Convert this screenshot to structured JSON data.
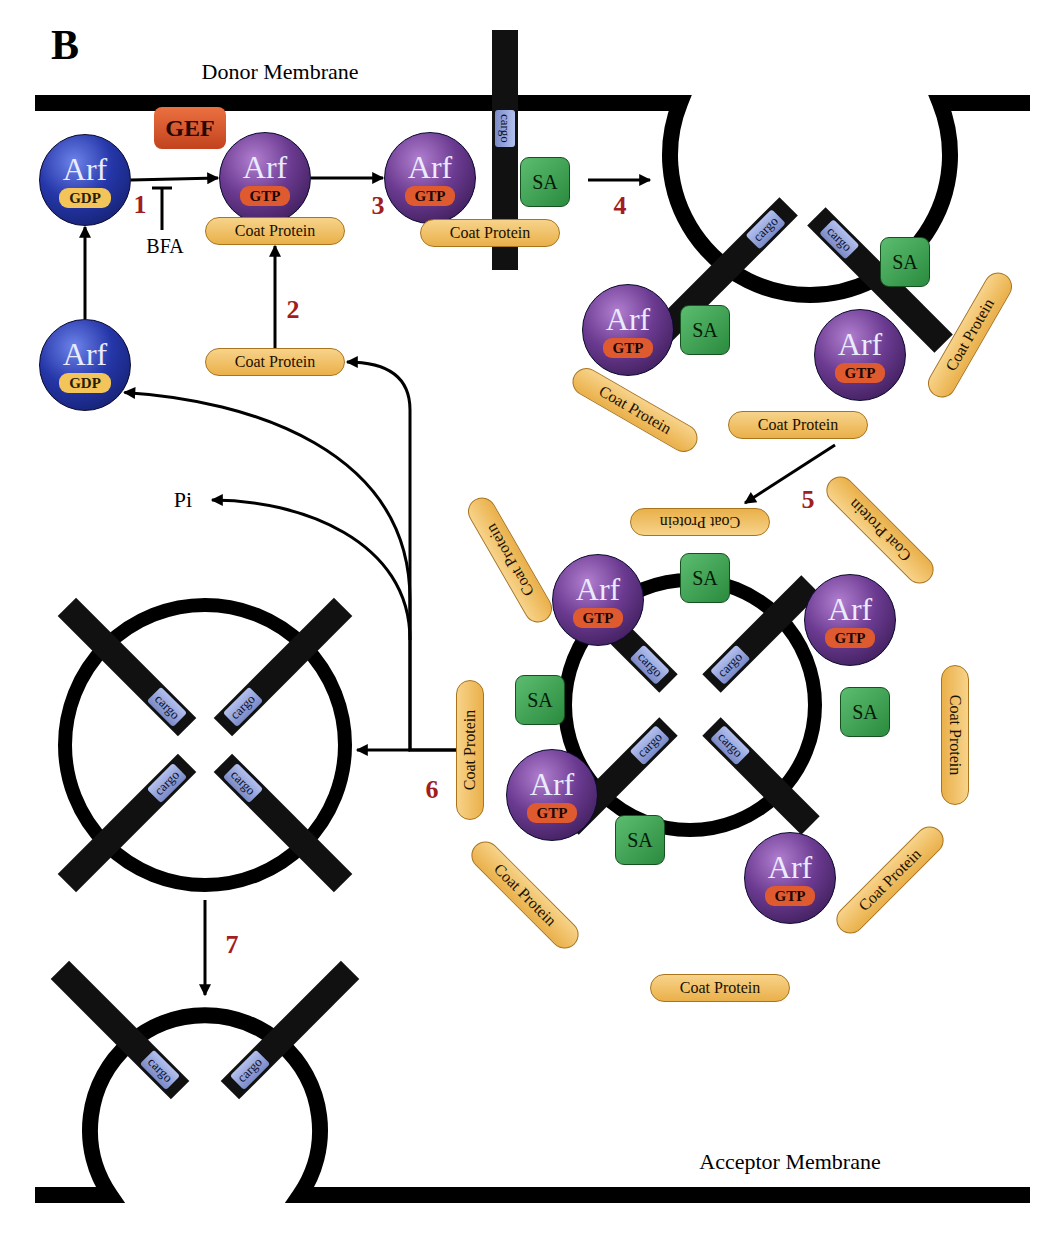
{
  "diagram": {
    "nodes": [
      {
        "text": [
          "Arf",
          "GDP"
        ]
      },
      {
        "text": [
          "GEF"
        ]
      },
      {
        "text": [
          "Arf",
          "GTP"
        ]
      },
      {
        "text": [
          "Coat Protein"
        ]
      },
      {
        "text": [
          "Arf",
          "GTP"
        ]
      },
      {
        "text": [
          "cargo"
        ]
      },
      {
        "text": [
          "SA"
        ]
      },
      {
        "text": [
          "Coat Protein"
        ]
      },
      {
        "text": [
          "Arf",
          "GDP"
        ]
      },
      {
        "text": [
          "Coat Protein"
        ]
      },
      {
        "text": [
          "cargo"
        ]
      },
      {
        "text": [
          "cargo"
        ]
      },
      {
        "text": [
          "Arf",
          "GTP"
        ]
      },
      {
        "text": [
          "SA"
        ]
      },
      {
        "text": [
          "Arf",
          "GTP"
        ]
      },
      {
        "text": [
          "SA"
        ]
      },
      {
        "text": [
          "Coat Protein"
        ]
      },
      {
        "text": [
          "Coat Protein"
        ]
      },
      {
        "text": [
          "Coat Protein"
        ]
      },
      {
        "text": [
          "Coat Protein"
        ]
      },
      {
        "text": [
          "Coat Protein"
        ]
      },
      {
        "text": [
          "Coat Protein"
        ]
      },
      {
        "text": [
          "cargo"
        ]
      },
      {
        "text": [
          "cargo"
        ]
      },
      {
        "text": [
          "cargo"
        ]
      },
      {
        "text": [
          "cargo"
        ]
      },
      {
        "text": [
          "Arf",
          "GTP"
        ]
      },
      {
        "text": [
          "SA"
        ]
      },
      {
        "text": [
          "Arf",
          "GTP"
        ]
      },
      {
        "text": [
          "SA"
        ]
      },
      {
        "text": [
          "SA"
        ]
      },
      {
        "text": [
          "Coat Protein"
        ]
      },
      {
        "text": [
          "Coat Protein"
        ]
      },
      {
        "text": [
          "Arf",
          "GTP"
        ]
      },
      {
        "text": [
          "Arf",
          "GTP"
        ]
      },
      {
        "text": [
          "SA"
        ]
      },
      {
        "text": [
          "Coat Protein"
        ]
      },
      {
        "text": [
          "Coat Protein"
        ]
      },
      {
        "text": [
          "Coat Protein"
        ]
      },
      {
        "text": [
          "cargo"
        ]
      },
      {
        "text": [
          "cargo"
        ]
      },
      {
        "text": [
          "cargo"
        ]
      },
      {
        "text": [
          "cargo"
        ]
      },
      {
        "text": [
          "cargo"
        ]
      },
      {
        "text": [
          "cargo"
        ]
      }
    ],
    "edges": [
      {
        "from": 0,
        "to": 2,
        "arrow": "to"
      },
      {
        "from": 2,
        "to": 4,
        "arrow": "to"
      },
      {
        "from": 9,
        "to": 3,
        "arrow": "to"
      },
      {
        "from": 8,
        "to": 0,
        "arrow": "to"
      },
      {
        "from": 31,
        "to": 8,
        "arrow": "to"
      },
      {
        "from": 31,
        "to": 9,
        "arrow": "to"
      }
    ],
    "labels": [
      "B",
      "Donor Membrane",
      "1",
      "BFA",
      "2",
      "3",
      "4",
      "5",
      "Pi",
      "6",
      "7",
      "Acceptor Membrane"
    ]
  }
}
